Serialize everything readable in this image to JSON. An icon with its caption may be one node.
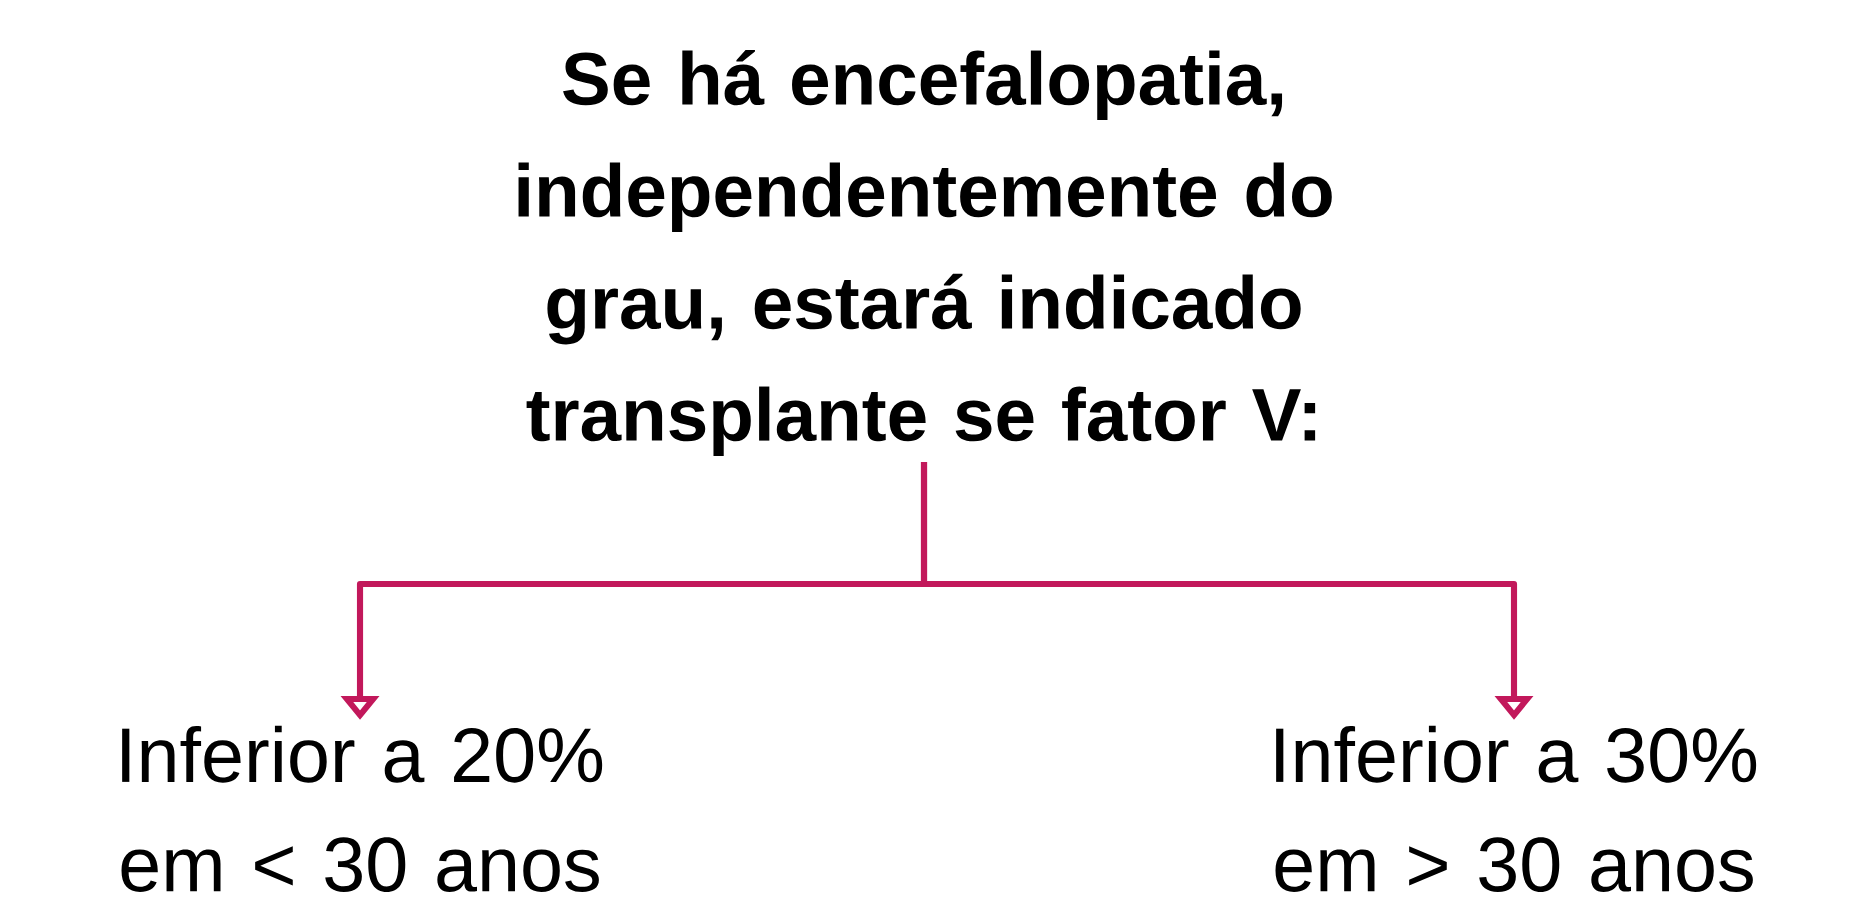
{
  "diagram": {
    "nodes": [
      {
        "text": [
          "Se há encefalopatia, independentemente do grau, estará indicado transplante se fator V:"
        ]
      },
      {
        "text": [
          "Inferior a 20% em < 30 anos"
        ]
      },
      {
        "text": [
          "Inferior a 30% em > 30 anos"
        ]
      }
    ],
    "edges": [
      {
        "from": 0,
        "to": 1,
        "arrow": "to",
        "color": "#c2185b"
      },
      {
        "from": 0,
        "to": 2,
        "arrow": "to",
        "color": "#c2185b"
      }
    ]
  }
}
